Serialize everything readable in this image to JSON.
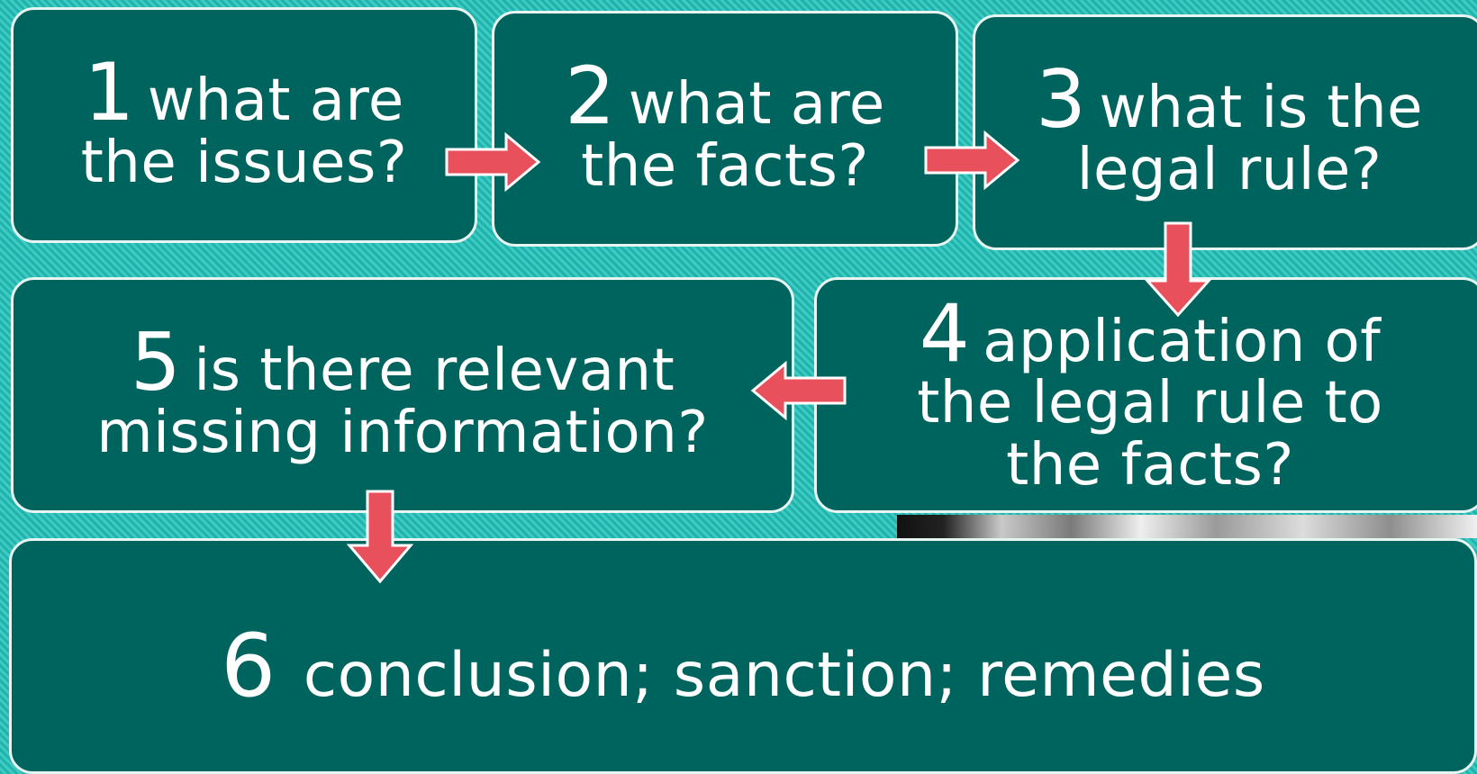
{
  "steps": [
    {
      "number": "1",
      "text": "what are the issues?"
    },
    {
      "number": "2",
      "text": "what are the facts?"
    },
    {
      "number": "3",
      "text": "what is the legal rule?"
    },
    {
      "number": "4",
      "text": "application of the legal rule to the facts?"
    },
    {
      "number": "5",
      "text": "is there relevant missing information?"
    },
    {
      "number": "6",
      "text": "conclusion; sanction; remedies"
    }
  ],
  "colors": {
    "box_fill": "#00645e",
    "box_border": "#e8f4f2",
    "background": "#22b9b1",
    "arrow": "#e8505b",
    "text": "#ffffff"
  },
  "icons": [
    "arrow-right-icon",
    "arrow-right-icon",
    "arrow-down-icon",
    "arrow-left-icon",
    "arrow-down-icon"
  ]
}
